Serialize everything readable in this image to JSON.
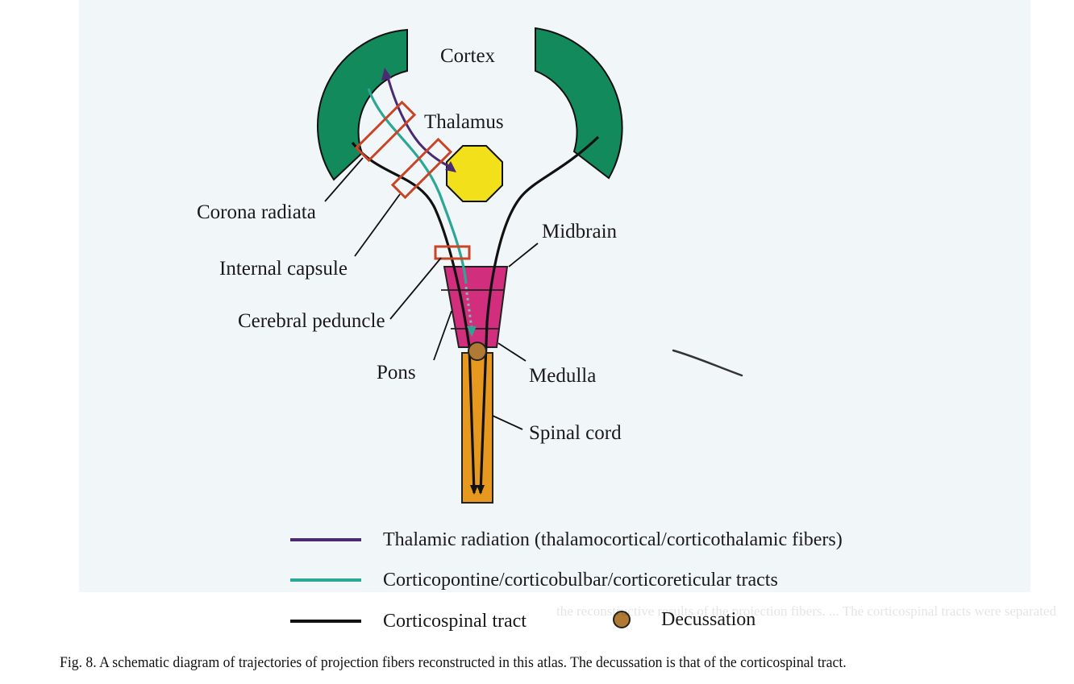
{
  "figure": {
    "caption": "Fig. 8.  A schematic diagram of trajectories of projection fibers reconstructed in this atlas. The decussation is that of the corticospinal tract.",
    "structures": {
      "cortex": "Cortex",
      "thalamus": "Thalamus",
      "corona_radiata": "Corona radiata",
      "internal_capsule": "Internal capsule",
      "cerebral_peduncle": "Cerebral peduncle",
      "midbrain": "Midbrain",
      "pons": "Pons",
      "medulla": "Medulla",
      "spinal_cord": "Spinal cord"
    },
    "legend": [
      {
        "label": "Thalamic radiation (thalamocortical/corticothalamic fibers)",
        "color": "#4a2a72",
        "symbol": "line"
      },
      {
        "label": "Corticopontine/corticobulbar/corticoreticular tracts",
        "color": "#2ba796",
        "symbol": "line"
      },
      {
        "label": "Corticospinal tract",
        "color": "#111111",
        "symbol": "line"
      },
      {
        "label": "Decussation",
        "color": "#b07a35",
        "symbol": "circle"
      }
    ],
    "colors": {
      "cortex": "#138a5c",
      "thalamus": "#f2e01a",
      "brainstem": "#d22e7e",
      "spinal_cord": "#e6981f",
      "region_box": "#c94528",
      "background": "#f1f6f8"
    },
    "bleed_through_text": "the reconstructive results of the projection fibers. ... The corticospinal tracts were separated"
  }
}
